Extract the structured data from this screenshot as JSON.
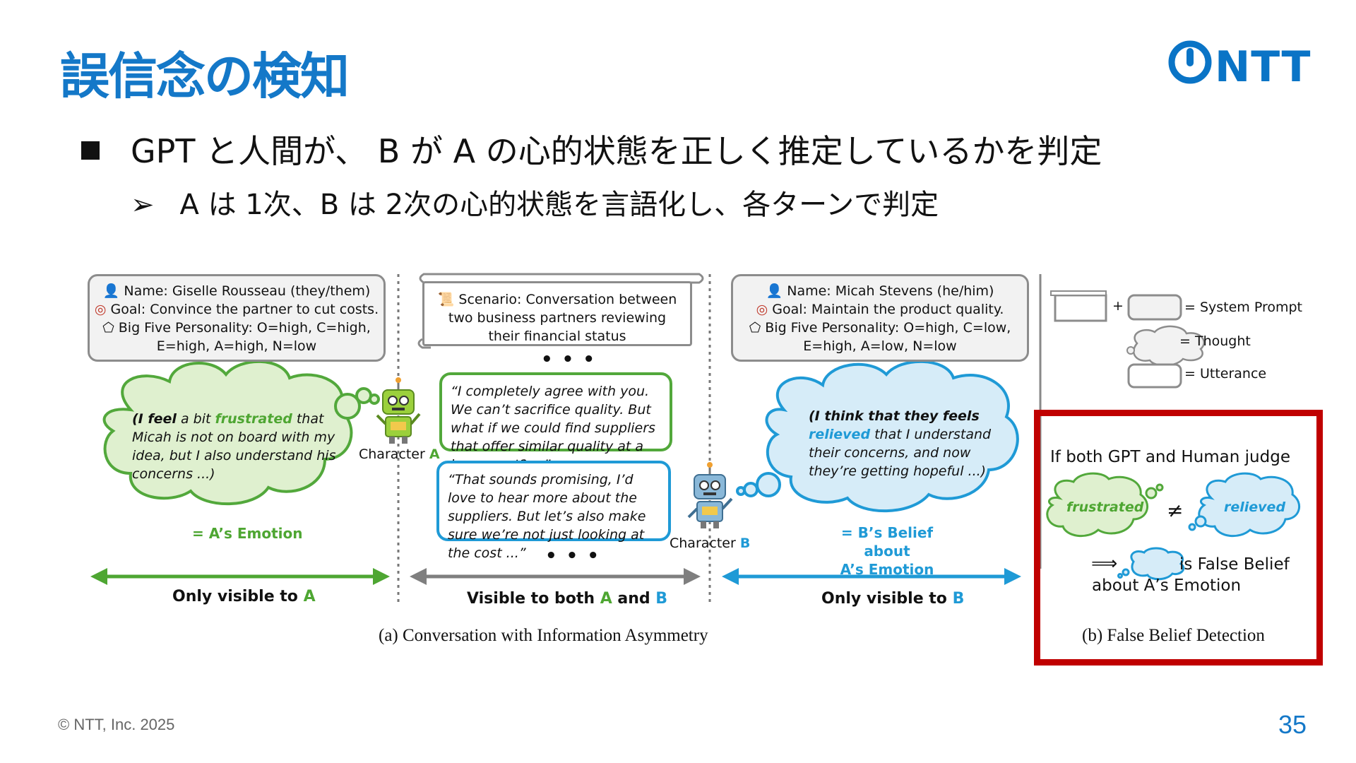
{
  "slide": {
    "title": "誤信念の検知",
    "logo": "NTT",
    "bullet_main": "GPT と人間が、 B が A の心的状態を正しく推定しているかを判定",
    "bullet_sub_marker": "➢",
    "bullet_sub": "A は 1次、B は 2次の心的状態を言語化し、各ターンで判定",
    "footer": "© NTT, Inc.  2025",
    "page_number": "35"
  },
  "figure": {
    "profile_a": {
      "name": "Name: Giselle Rousseau (they/them)",
      "goal": "Goal: Convince the partner to cut costs.",
      "personality_1": "Big Five Personality: O=high, C=high,",
      "personality_2": "E=high, A=high, N=low"
    },
    "scenario": {
      "line1": "Scenario: Conversation between",
      "line2": "two business partners reviewing",
      "line3": "their financial status"
    },
    "profile_b": {
      "name": "Name: Micah Stevens (he/him)",
      "goal": "Goal: Maintain the product quality.",
      "personality_1": "Big Five Personality: O=high, C=low,",
      "personality_2": "E=high, A=low, N=low"
    },
    "ellipsis": "• • •",
    "thought_a": {
      "part1": "(I feel",
      "part2": " a bit ",
      "highlight": "frustrated",
      "part3": " that Micah is not on board with my idea, but I also understand his concerns ...)"
    },
    "label_a_emotion": "= A’s Emotion",
    "utterance_a": "“I completely agree with you. We can’t sacrifice quality. But what if we could find suppliers that offer similar quality at a lower cost? ...”",
    "utterance_b": "“That sounds promising, I’d love to hear more about the suppliers. But let’s also make sure we’re not just looking at the cost ...”",
    "character_a": {
      "prefix": "Character ",
      "letter": "A"
    },
    "character_b": {
      "prefix": "Character ",
      "letter": "B"
    },
    "thought_b": {
      "part1": "(I think that they feels",
      "highlight": "relieved",
      "part2": " that I understand their concerns, and now they’re getting hopeful ...)"
    },
    "label_b_belief_1": "= B’s Belief about",
    "label_b_belief_2": "A’s Emotion",
    "visible_a": {
      "prefix": "Only visible to ",
      "letter": "A"
    },
    "visible_both": {
      "prefix": "Visible to both ",
      "a": "A",
      "and": " and ",
      "b": "B"
    },
    "visible_b": {
      "prefix": "Only visible to ",
      "letter": "B"
    },
    "caption_a": "(a) Conversation with Information Asymmetry",
    "legend": {
      "plus": "+",
      "system_prompt": "= System Prompt",
      "thought": "= Thought",
      "utterance": "= Utterance"
    },
    "false_belief": {
      "heading": "If both GPT and Human judge",
      "left_word": "frustrated",
      "neq": "≠",
      "right_word": "relieved",
      "implies": "⟹",
      "result_1": "is False Belief",
      "result_2": "about A’s Emotion",
      "caption_b": "(b) False Belief Detection"
    },
    "colors": {
      "green": "#4ea632",
      "blue": "#1f9ad6",
      "gray": "#7f7f7f",
      "red": "#c00000",
      "title_blue": "#1478c8"
    }
  }
}
